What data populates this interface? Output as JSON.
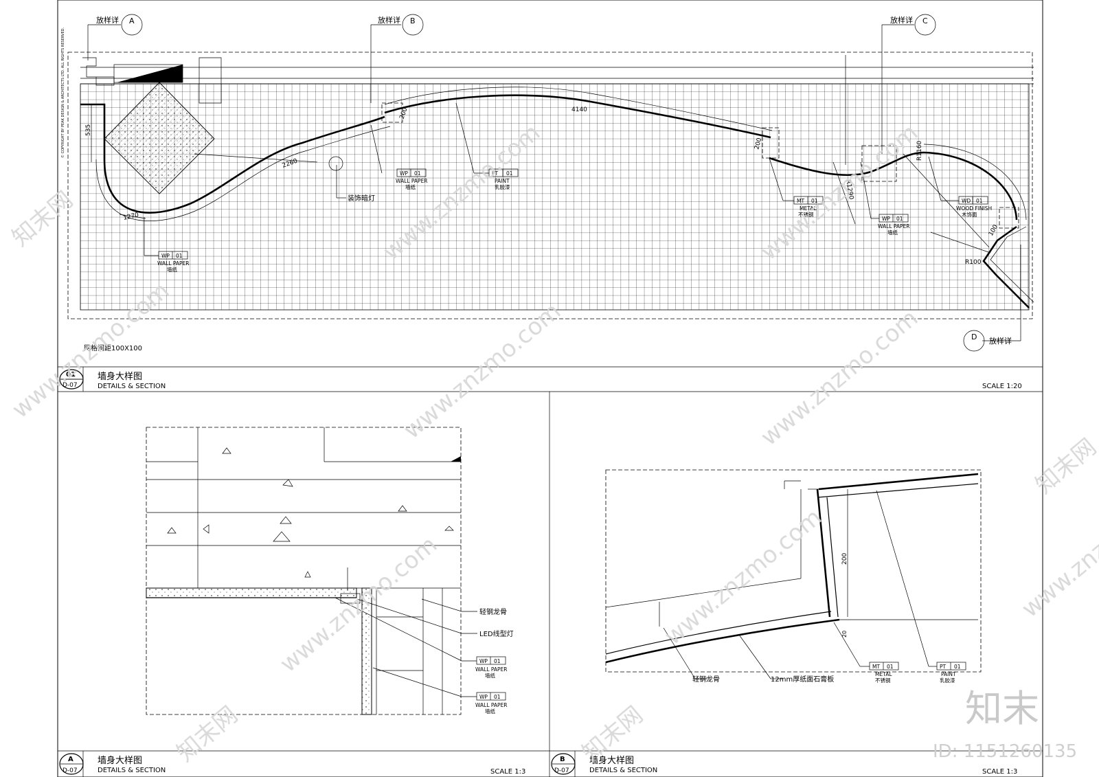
{
  "copyright": "© COPYRIGHT BY PEAK DESIGN & ARCHITECTS LTD. ALL RIGHTS RESERVED.",
  "callouts": {
    "prefix": "放样详",
    "a": "A",
    "b": "B",
    "c": "C",
    "d": "D"
  },
  "grid_note": "网格间距100X100",
  "dimensions": {
    "d535": "535",
    "d1270": "1270",
    "d2260": "2260",
    "d200a": "200",
    "d4140": "4140",
    "d200b": "200",
    "r1290": "R1290",
    "r1160": "R1160",
    "r100": "R100",
    "d100": "100",
    "d200c": "200",
    "d20": "20"
  },
  "tags": {
    "wp01_left": {
      "code": "WP",
      "num": "01",
      "en": "WALL PAPER",
      "cn": "墙纸"
    },
    "wp01_mid": {
      "code": "WP",
      "num": "01",
      "en": "WALL PAPER",
      "cn": "墙纸"
    },
    "pt01_mid": {
      "code": "PT",
      "num": "01",
      "en": "PAINT",
      "cn": "乳胶漆"
    },
    "mt01_right": {
      "code": "MT",
      "num": "01",
      "en": "METAL",
      "cn": "不锈钢"
    },
    "wp01_right": {
      "code": "WP",
      "num": "01",
      "en": "WALL PAPER",
      "cn": "墙纸"
    },
    "wd01_right": {
      "code": "WD",
      "num": "01",
      "en": "WOOD FINISH",
      "cn": "木饰面"
    },
    "wp01_a1": {
      "code": "WP",
      "num": "01",
      "en": "WALL PAPER",
      "cn": "墙纸"
    },
    "wp01_a2": {
      "code": "WP",
      "num": "01",
      "en": "WALL PAPER",
      "cn": "墙纸"
    },
    "mt01_b": {
      "code": "MT",
      "num": "01",
      "en": "METAL",
      "cn": "不锈钢"
    },
    "pt01_b": {
      "code": "PT",
      "num": "01",
      "en": "PAINT",
      "cn": "乳胶漆"
    }
  },
  "labels": {
    "deco_light": "装饰暗灯",
    "keel_a": "轻钢龙骨",
    "led": "LED线型灯",
    "keel_b": "轻钢龙骨",
    "gypsum": "12mm厚纸面石膏板"
  },
  "titles": {
    "t1": {
      "num": "01",
      "sheet": "D-07",
      "cn": "墙身大样图",
      "en": "DETAILS & SECTION",
      "scale": "SCALE  1:20"
    },
    "ta": {
      "num": "A",
      "sheet": "D-07",
      "cn": "墙身大样图",
      "en": "DETAILS & SECTION",
      "scale": "SCALE  1:3"
    },
    "tb": {
      "num": "B",
      "sheet": "D-07",
      "cn": "墙身大样图",
      "en": "DETAILS & SECTION",
      "scale": "SCALE  1:3"
    }
  },
  "watermark": {
    "site": "www.znzmo.com",
    "brand": "知末网",
    "logo": "知末",
    "id": "ID: 1151260135"
  }
}
